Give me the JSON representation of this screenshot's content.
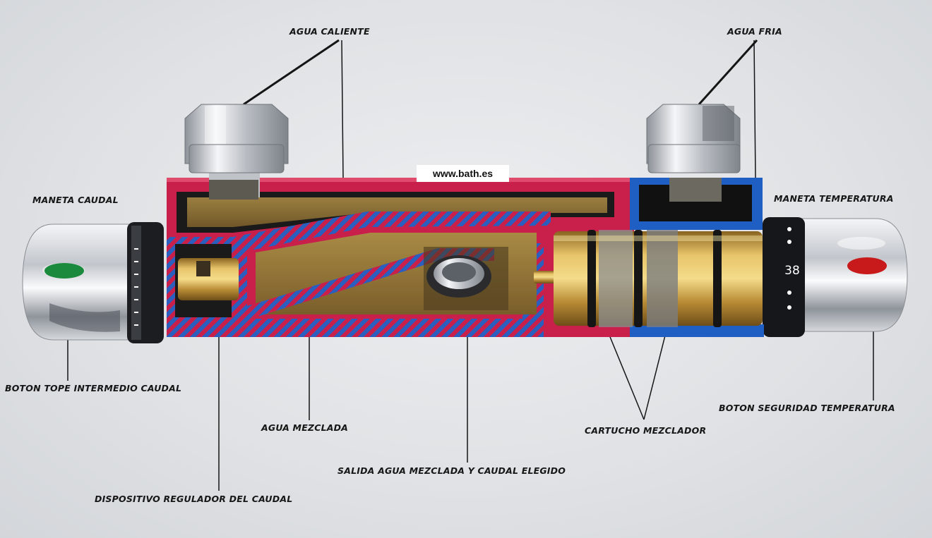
{
  "watermark": "www.bath.es",
  "dial_value": "38",
  "labels": {
    "agua_caliente": "AGUA CALIENTE",
    "agua_fria": "AGUA FRIA",
    "maneta_caudal": "MANETA CAUDAL",
    "maneta_temperatura": "MANETA TEMPERATURA",
    "boton_tope": "BOTON TOPE INTERMEDIO CAUDAL",
    "boton_seguridad": "BOTON SEGURIDAD TEMPERATURA",
    "agua_mezclada": "AGUA MEZCLADA",
    "cartucho": "CARTUCHO MEZCLADOR",
    "salida": "SALIDA AGUA MEZCLADA Y CAUDAL ELEGIDO",
    "dispositivo": "DISPOSITIVO REGULADOR DEL CAUDAL"
  },
  "colors": {
    "hot_water": "#c8204a",
    "cold_water": "#1f5fc4",
    "brass": "#c9a24a",
    "chrome": "#c9ccd1",
    "button_green": "#1c8a3c",
    "button_red": "#c81a1a"
  }
}
